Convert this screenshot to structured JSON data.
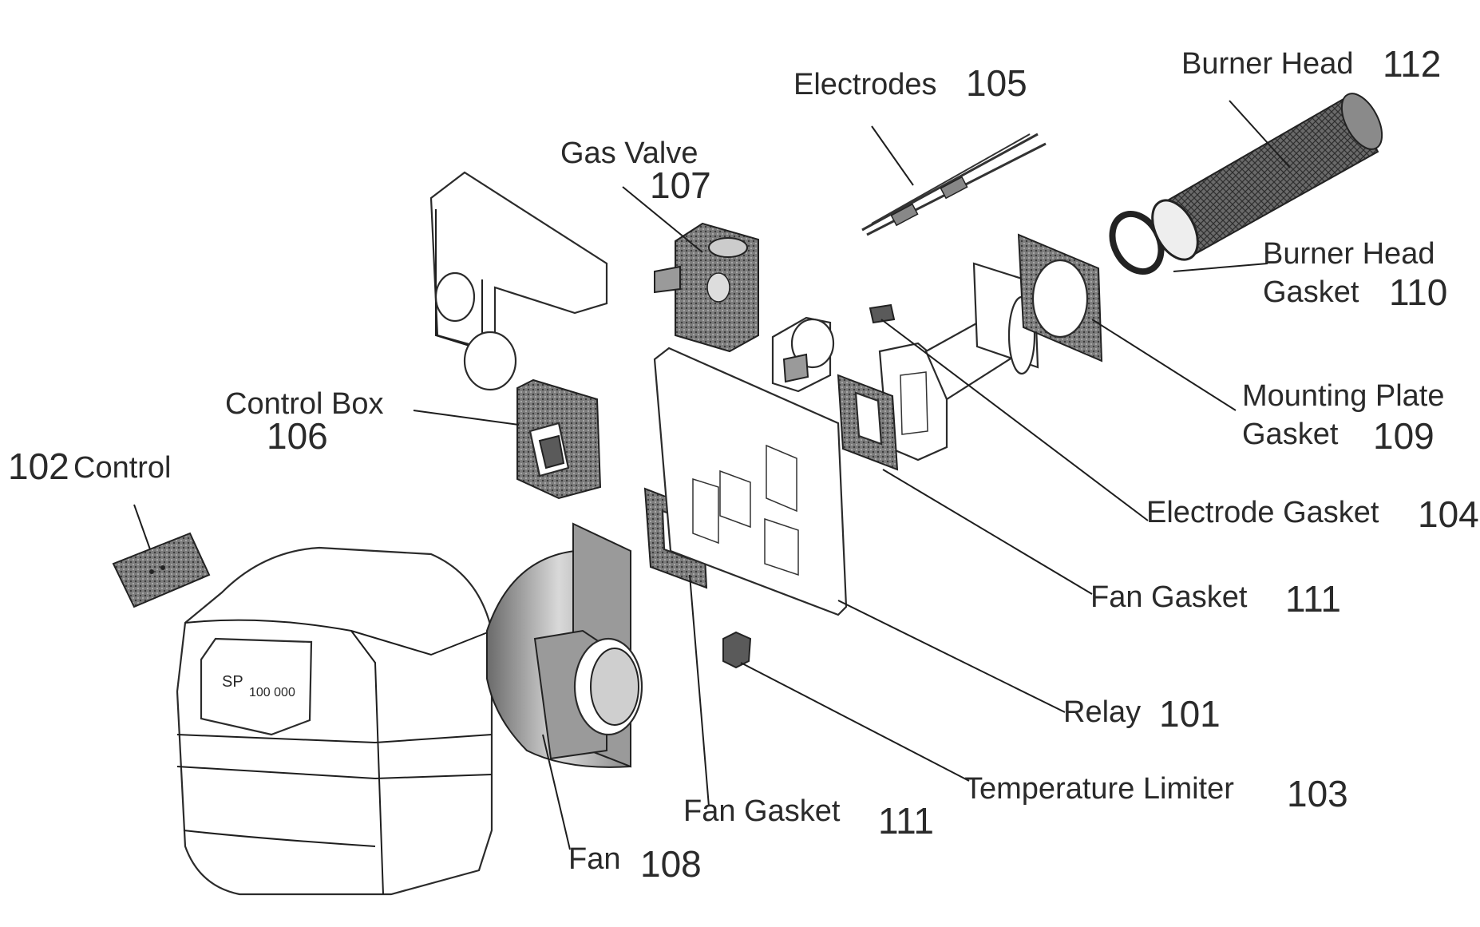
{
  "labels": {
    "control": {
      "num": "102",
      "name": "Control"
    },
    "control_box": {
      "name": "Control Box",
      "num": "106"
    },
    "gas_valve": {
      "name": "Gas Valve",
      "num": "107"
    },
    "electrodes": {
      "name": "Electrodes",
      "num": "105"
    },
    "burner_head": {
      "name": "Burner Head",
      "num": "112"
    },
    "burner_head_gasket": {
      "name_line1": "Burner Head",
      "name_line2": "Gasket",
      "num": "110"
    },
    "mounting_plate_gasket": {
      "name_line1": "Mounting Plate",
      "name_line2": "Gasket",
      "num": "109"
    },
    "electrode_gasket": {
      "name": "Electrode Gasket",
      "num": "104"
    },
    "fan_gasket_right": {
      "name": "Fan Gasket",
      "num": "111"
    },
    "relay": {
      "name": "Relay",
      "num": "101"
    },
    "temperature_limiter": {
      "name": "Temperature Limiter",
      "num": "103"
    },
    "fan_gasket_bottom": {
      "name": "Fan Gasket",
      "num": "111"
    },
    "fan": {
      "name": "Fan",
      "num": "108"
    }
  },
  "display_glyphs": {
    "left": "SP",
    "right": "100 000"
  }
}
